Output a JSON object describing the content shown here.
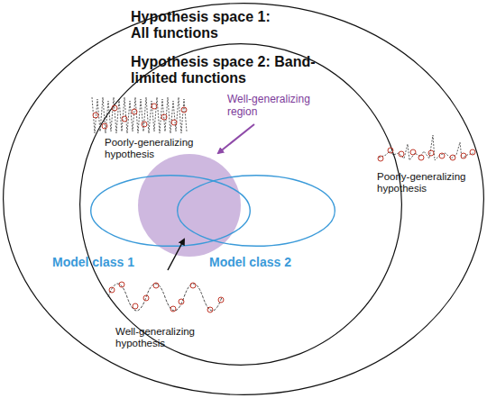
{
  "diagram": {
    "nodes": [
      {
        "text": [
          "Hypothesis space 1: All functions"
        ]
      },
      {
        "text": [
          "Hypothesis space 2: Band-limited functions"
        ],
        "in": 0
      },
      {
        "text": [
          "Well-generalizing region"
        ],
        "in": 1
      },
      {
        "text": [
          "Model class 1"
        ],
        "in": 1
      },
      {
        "text": [
          "Model class 2"
        ],
        "in": 1
      }
    ],
    "labels": [
      "Poorly-generalizing hypothesis",
      "Poorly-generalizing hypothesis",
      "Well-generalizing hypothesis"
    ]
  }
}
